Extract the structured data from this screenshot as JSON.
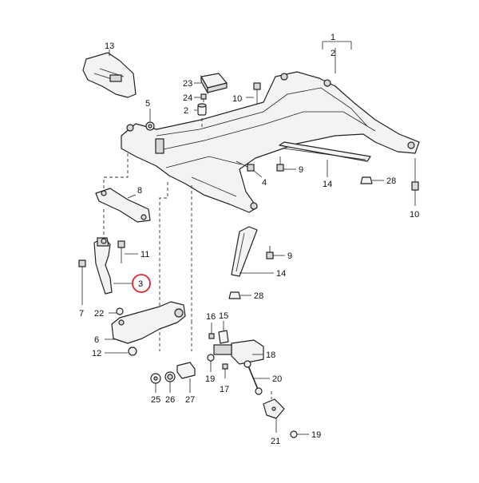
{
  "callouts": {
    "c1": "1",
    "c2a": "2",
    "c2b": "2",
    "c3": "3",
    "c4": "4",
    "c5": "5",
    "c6": "6",
    "c7": "7",
    "c8": "8",
    "c9a": "9",
    "c9b": "9",
    "c10a": "10",
    "c10b": "10",
    "c11": "11",
    "c12": "12",
    "c13": "13",
    "c14a": "14",
    "c14b": "14",
    "c15": "15",
    "c16": "16",
    "c17": "17",
    "c18": "18",
    "c19a": "19",
    "c19b": "19",
    "c20": "20",
    "c21": "21",
    "c22": "22",
    "c23": "23",
    "c24": "24",
    "c25": "25",
    "c26": "26",
    "c27": "27",
    "c28a": "28",
    "c28b": "28"
  },
  "highlighted_part": "3",
  "colors": {
    "highlight": "#e0252b",
    "line": "#222222",
    "fill": "#f3f3f3"
  }
}
